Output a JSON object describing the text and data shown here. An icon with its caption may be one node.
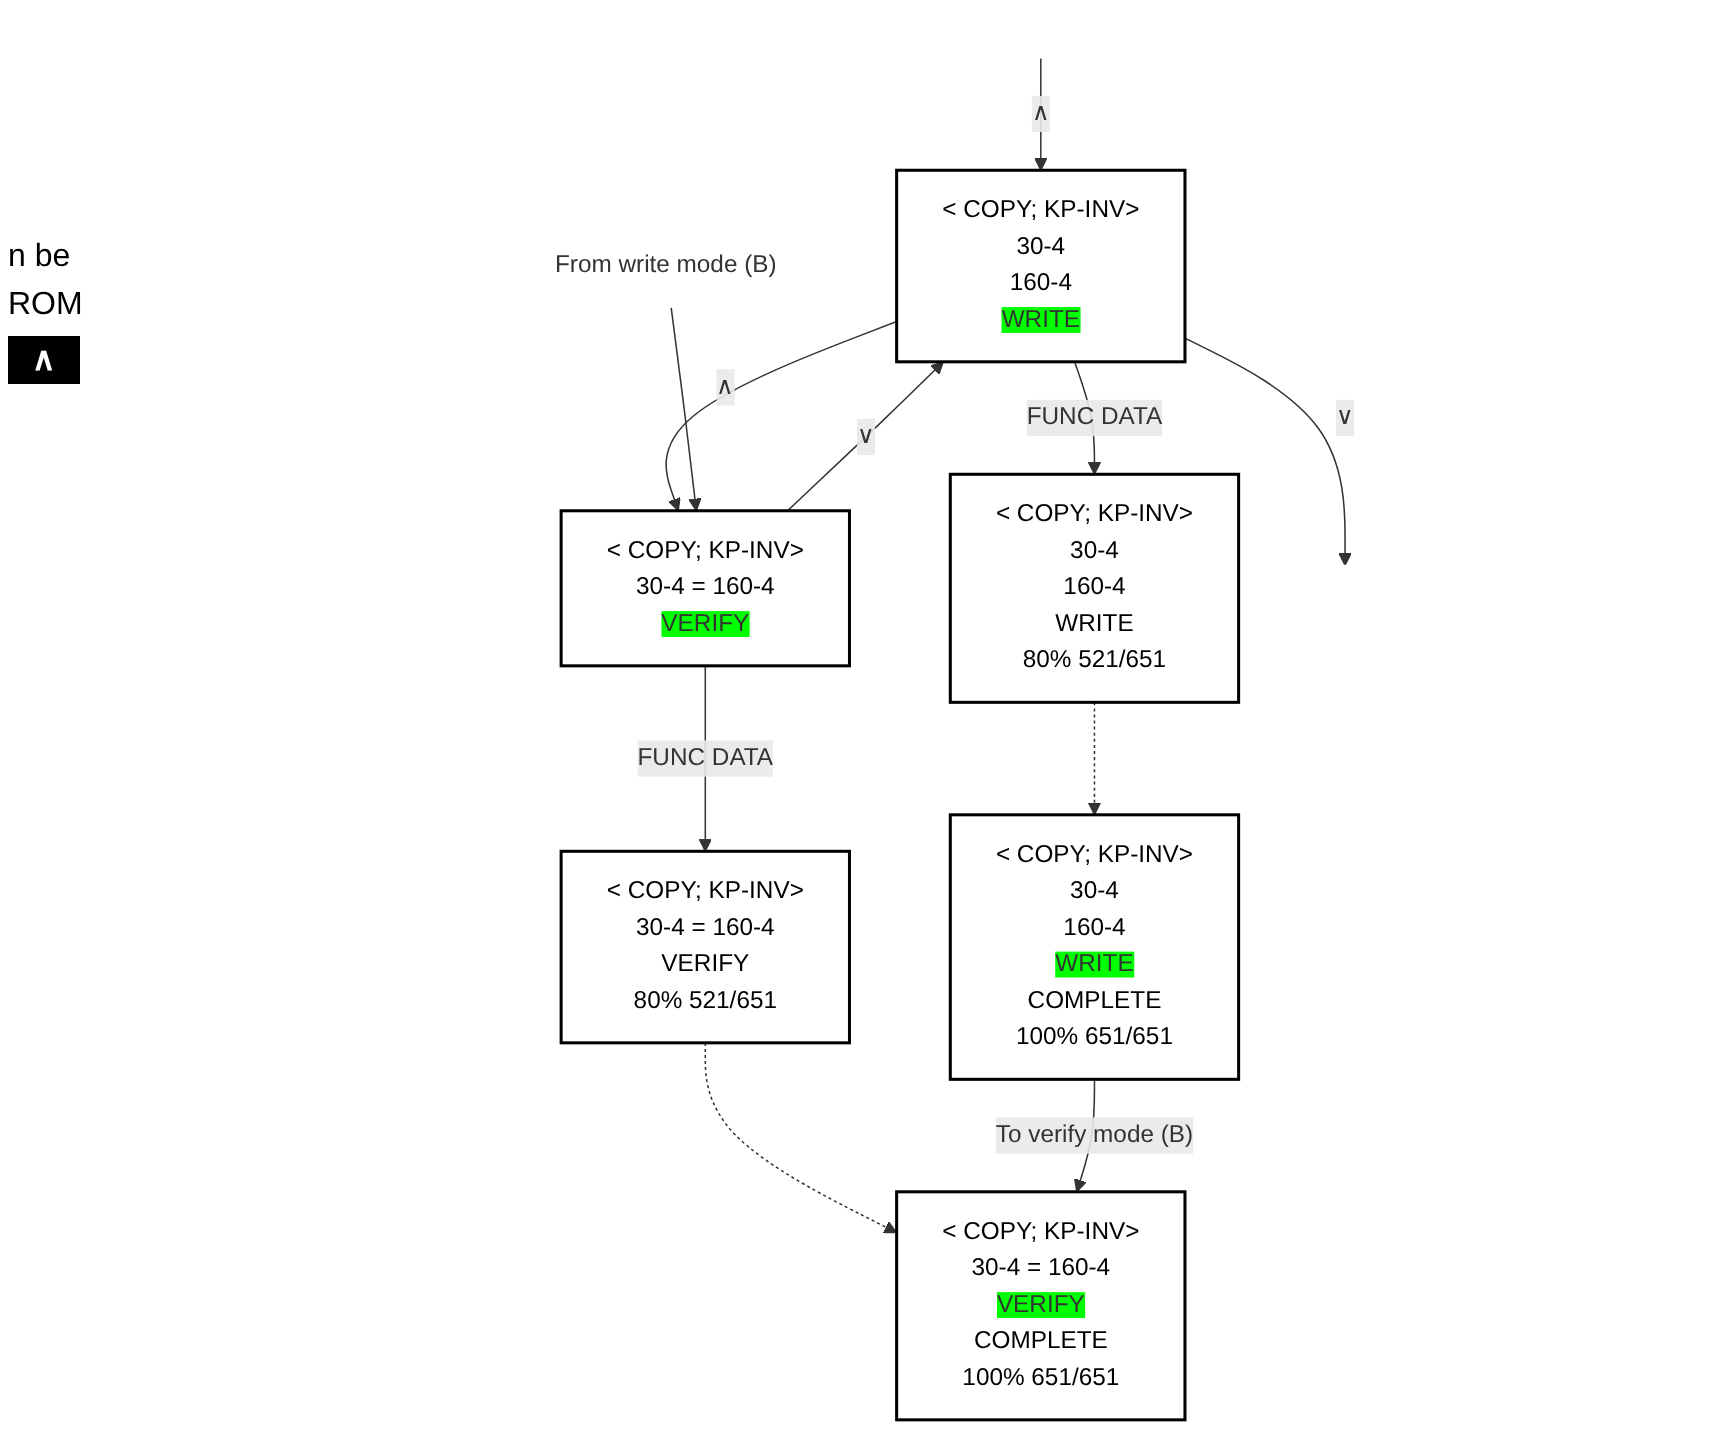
{
  "diagram": {
    "nodes": [
      {
        "text": [
          "< COPY; KP-INV>",
          "30-4",
          "160-4",
          "WRITE"
        ]
      },
      {
        "text": [
          "< COPY; KP-INV>",
          "30-4 = 160-4",
          "VERIFY"
        ]
      },
      {
        "text": [
          "< COPY; KP-INV>",
          "30-4",
          "160-4",
          "WRITE",
          "80% 521/651"
        ]
      },
      {
        "text": [
          "< COPY; KP-INV>",
          "30-4 = 160-4",
          "VERIFY",
          "80% 521/651"
        ]
      },
      {
        "text": [
          "< COPY; KP-INV>",
          "30-4",
          "160-4",
          "WRITE",
          "COMPLETE",
          "100% 651/651"
        ]
      },
      {
        "text": [
          "< COPY; KP-INV>",
          "30-4 = 160-4",
          "VERIFY",
          "COMPLETE",
          "100% 651/651"
        ]
      },
      {
        "text": [
          "From write mode (B)"
        ]
      }
    ],
    "edges": [
      {
        "from": null,
        "to": 0,
        "arrow": "to",
        "label": "∧"
      },
      {
        "from": 0,
        "to": null,
        "arrow": "to",
        "label": "∨"
      },
      {
        "from": 0,
        "to": 1,
        "arrow": "to",
        "label": "∧"
      },
      {
        "from": 1,
        "to": 0,
        "arrow": "to",
        "label": "∨"
      },
      {
        "from": 0,
        "to": 2,
        "arrow": "to",
        "label": "FUNC DATA"
      },
      {
        "from": 6,
        "to": 1,
        "arrow": "to"
      },
      {
        "from": 1,
        "to": 3,
        "arrow": "to",
        "label": "FUNC DATA"
      },
      {
        "from": 2,
        "to": 4,
        "arrow": "to",
        "style": "dashed"
      },
      {
        "from": 3,
        "to": 5,
        "arrow": "to",
        "style": "dashed"
      },
      {
        "from": 4,
        "to": 5,
        "arrow": "to",
        "label": "To verify mode (B)"
      }
    ],
    "labels": [
      "n be",
      "ROM",
      "∧"
    ]
  }
}
